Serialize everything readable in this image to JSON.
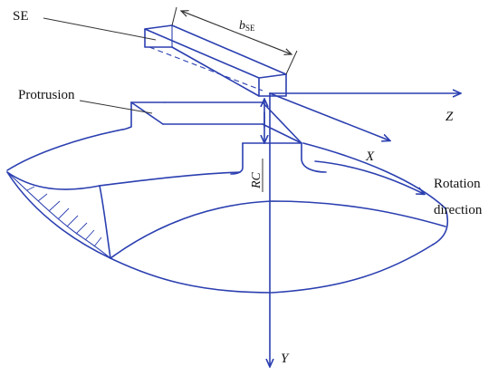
{
  "labels": {
    "se": "SE",
    "b_se_main": "b",
    "b_se_sub": "SE",
    "protrusion": "Protrusion",
    "rotation_line1": "Rotation",
    "rotation_line2": "direction",
    "rc": "RC",
    "axis_x": "X",
    "axis_y": "Y",
    "axis_z": "Z"
  },
  "colors": {
    "line": "#2b3fb0",
    "text": "#111111",
    "background": "#ffffff"
  }
}
